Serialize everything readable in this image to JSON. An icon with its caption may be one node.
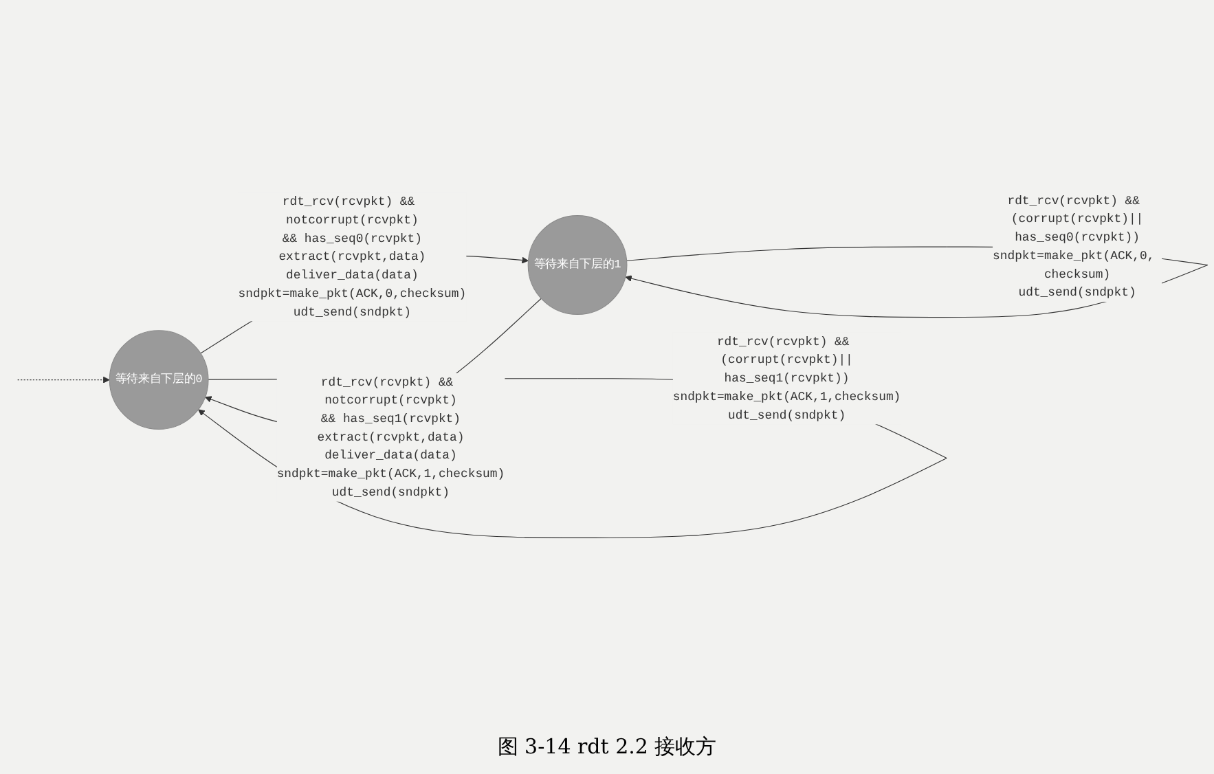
{
  "diagram": {
    "caption": "图 3-14 rdt 2.2 接收方",
    "nodes": [
      {
        "text": [
          "等待来自下层的0"
        ]
      },
      {
        "text": [
          "等待来自下层的1"
        ]
      }
    ],
    "edges": [
      {
        "from": null,
        "to": 0,
        "arrow": "to",
        "style": "dashed"
      },
      {
        "from": 0,
        "to": 1,
        "arrow": "to",
        "label": "rdt_rcv(rcvpkt) && notcorrupt(rcvpkt) && has_seq0(rcvpkt) extract(rcvpkt,data) deliver_data(data) sndpkt=make_pkt(ACK,0,checksum) udt_send(sndpkt)"
      },
      {
        "from": 1,
        "to": 1,
        "arrow": "to",
        "label": "rdt_rcv(rcvpkt) && (corrupt(rcvpkt)|| has_seq0(rcvpkt)) sndpkt=make_pkt(ACK,0, checksum) udt_send(sndpkt)"
      },
      {
        "from": 0,
        "to": 0,
        "arrow": "to",
        "label": "rdt_rcv(rcvpkt) && (corrupt(rcvpkt)|| has_seq1(rcvpkt)) sndpkt=make_pkt(ACK,1,checksum) udt_send(sndpkt)"
      },
      {
        "from": 1,
        "to": 0,
        "arrow": "to",
        "label": "rdt_rcv(rcvpkt) && notcorrupt(rcvpkt) && has_seq1(rcvpkt) extract(rcvpkt,data) deliver_data(data) sndpkt=make_pkt(ACK,1,checksum) udt_send(sndpkt)"
      }
    ]
  }
}
